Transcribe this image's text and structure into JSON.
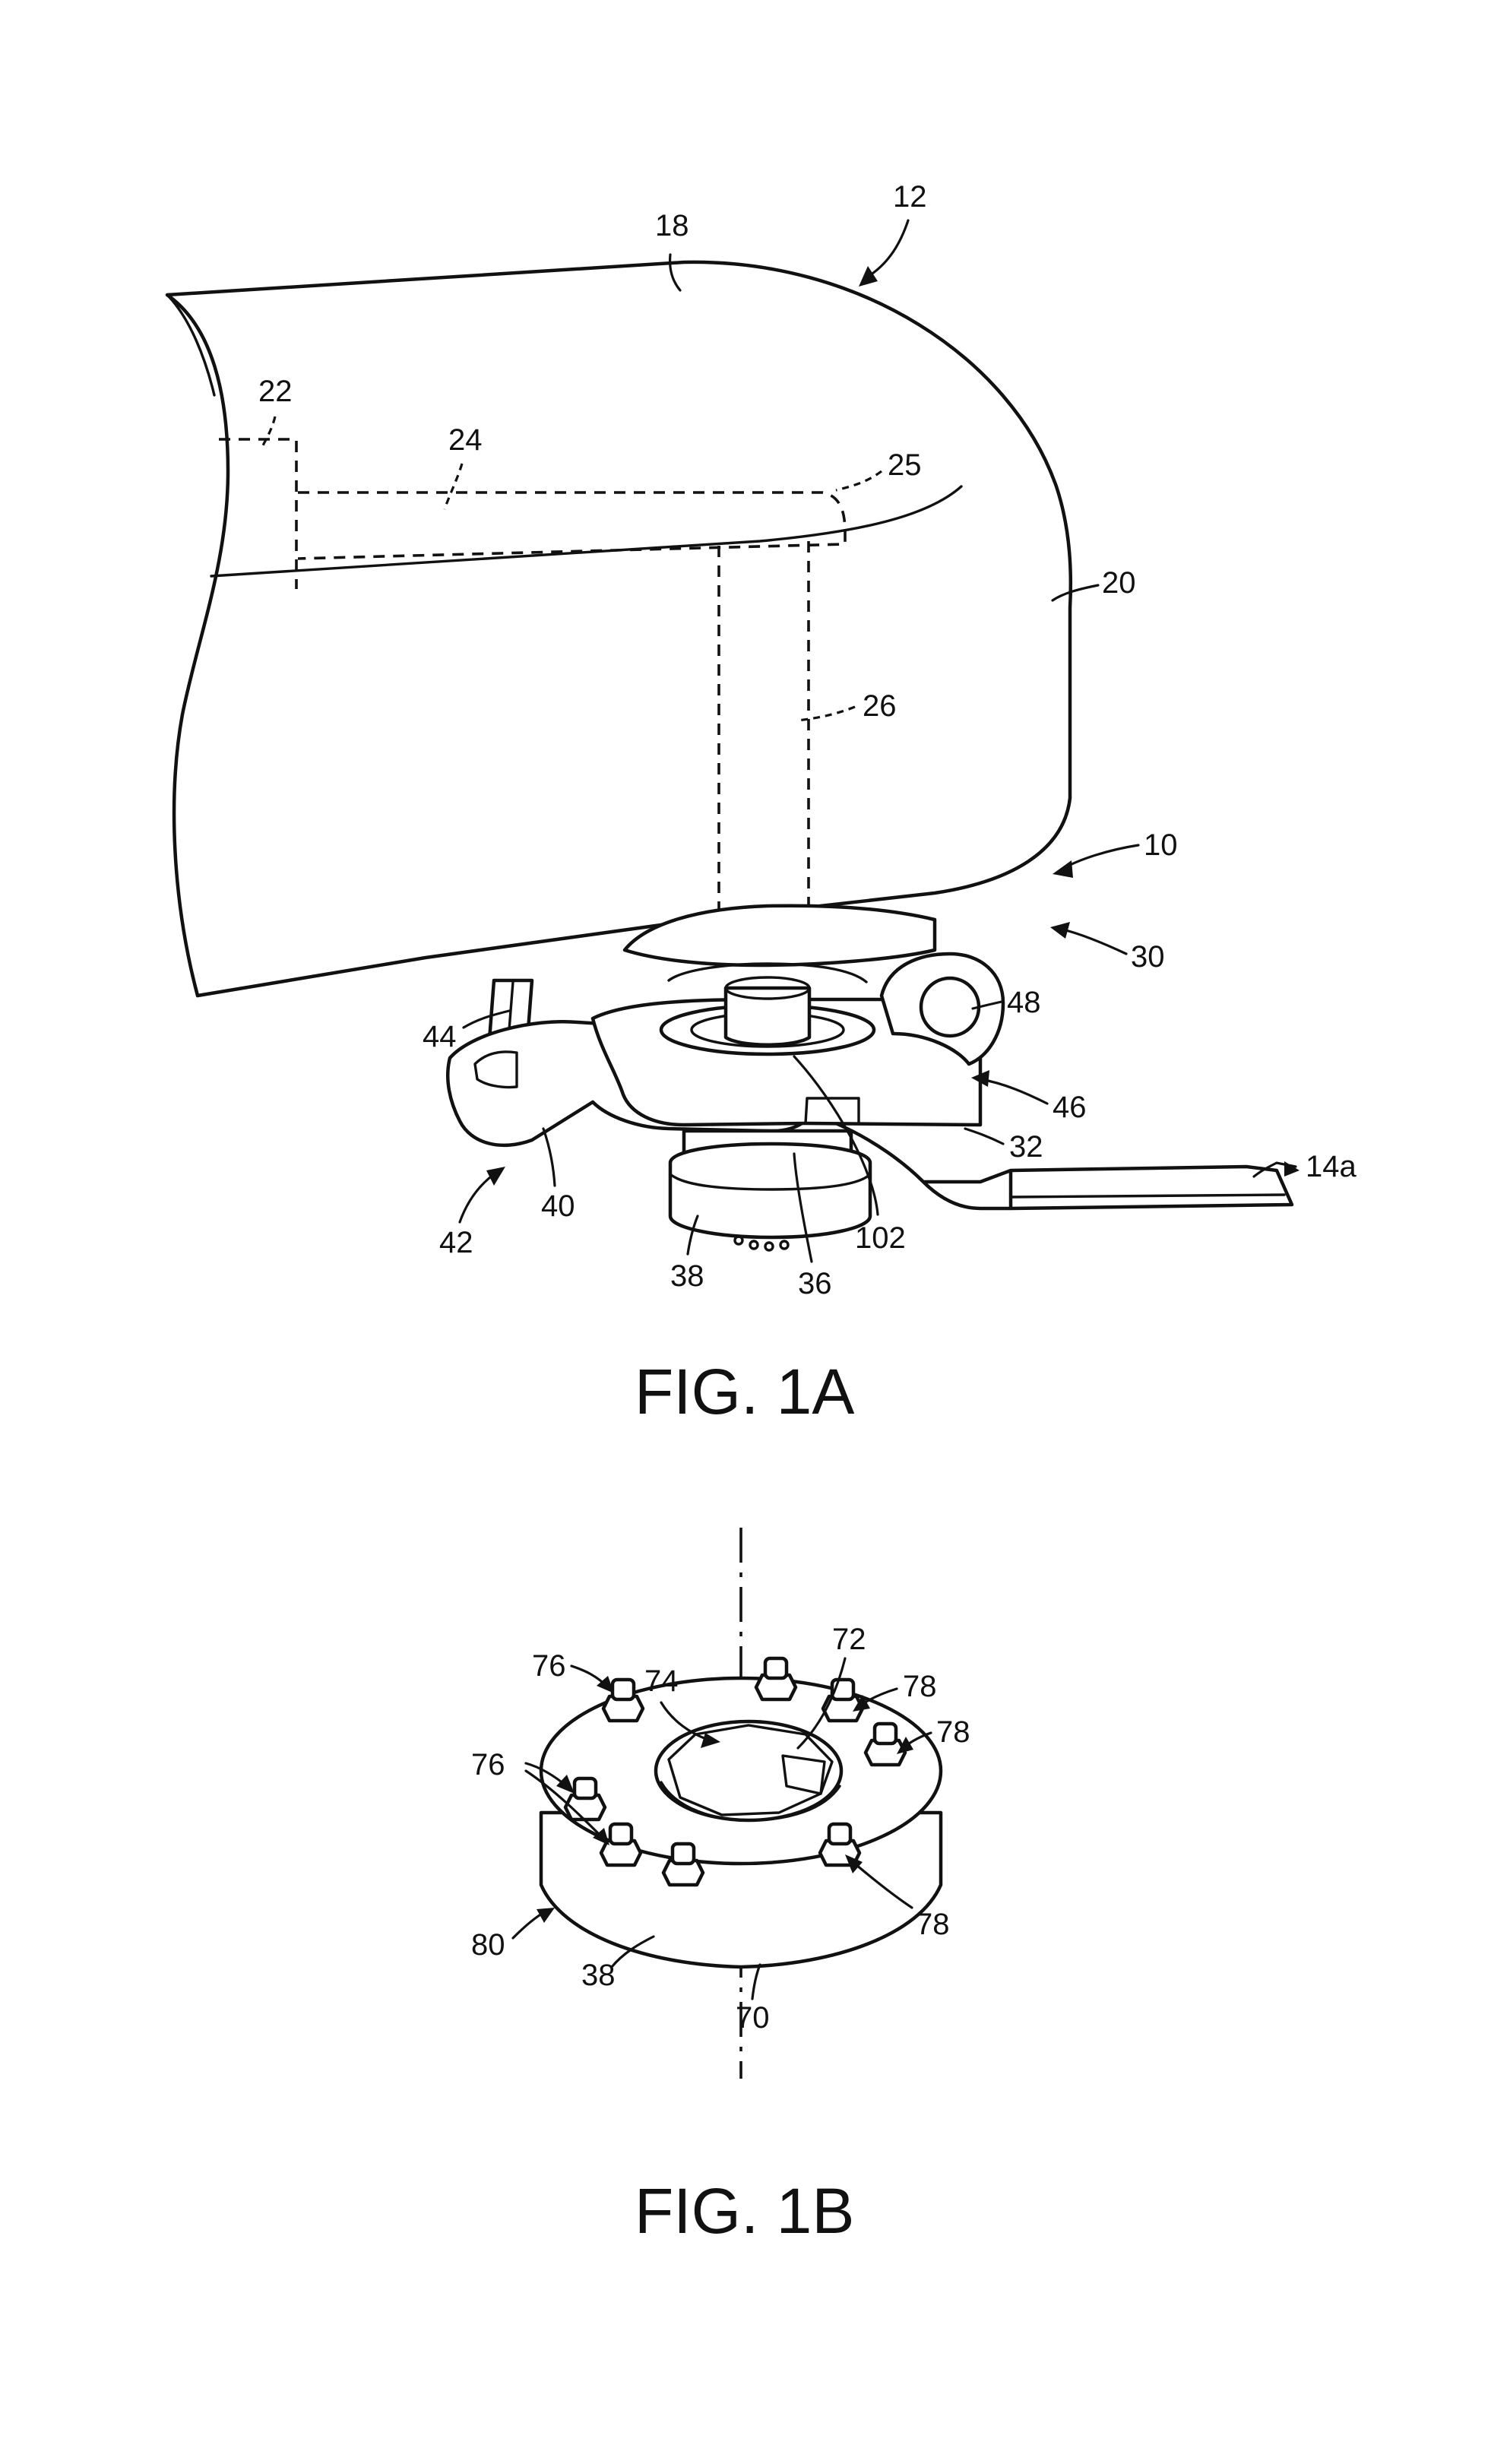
{
  "figures": [
    {
      "caption": "FIG. 1A",
      "reference_numerals": [
        "12",
        "18",
        "22",
        "24",
        "25",
        "20",
        "26",
        "10",
        "30",
        "48",
        "44",
        "46",
        "32",
        "40",
        "14a",
        "42",
        "102",
        "38",
        "36"
      ]
    },
    {
      "caption": "FIG. 1B",
      "reference_numerals": [
        "74",
        "72",
        "76",
        "78",
        "78",
        "76",
        "78",
        "80",
        "38",
        "70"
      ]
    }
  ]
}
